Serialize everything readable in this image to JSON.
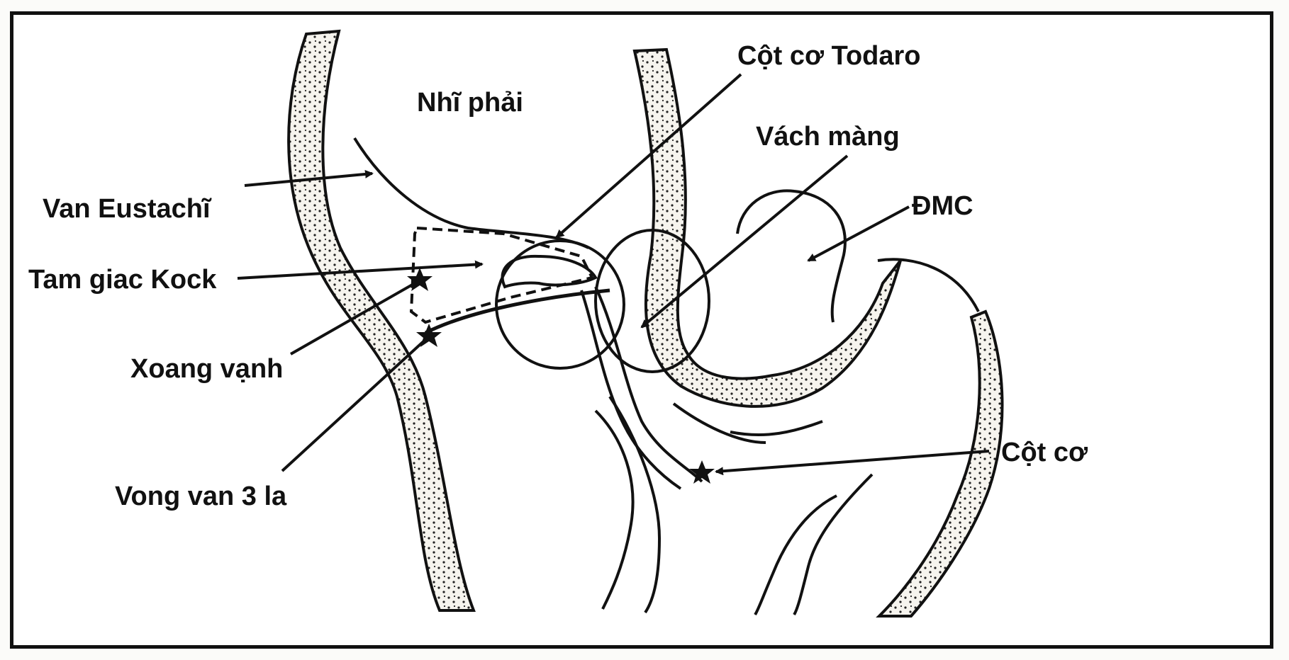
{
  "labels": {
    "nhi_phai": "Nhĩ phải",
    "cot_co_todaro": "Cột cơ Todaro",
    "vach_mang": "Vách màng",
    "van_eustachi": "Van Eustachĩ",
    "dmc": "ĐMC",
    "tam_giac_kock": "Tam giac Kock",
    "xoang_vanh": "Xoang vạnh",
    "vong_van_3_la": "Vong van 3 la",
    "cot_co": "Cột cơ"
  },
  "colors": {
    "ink": "#111111",
    "wall_fill": "#f6f4ee",
    "stipple": "#222222",
    "frame": "#111111"
  }
}
